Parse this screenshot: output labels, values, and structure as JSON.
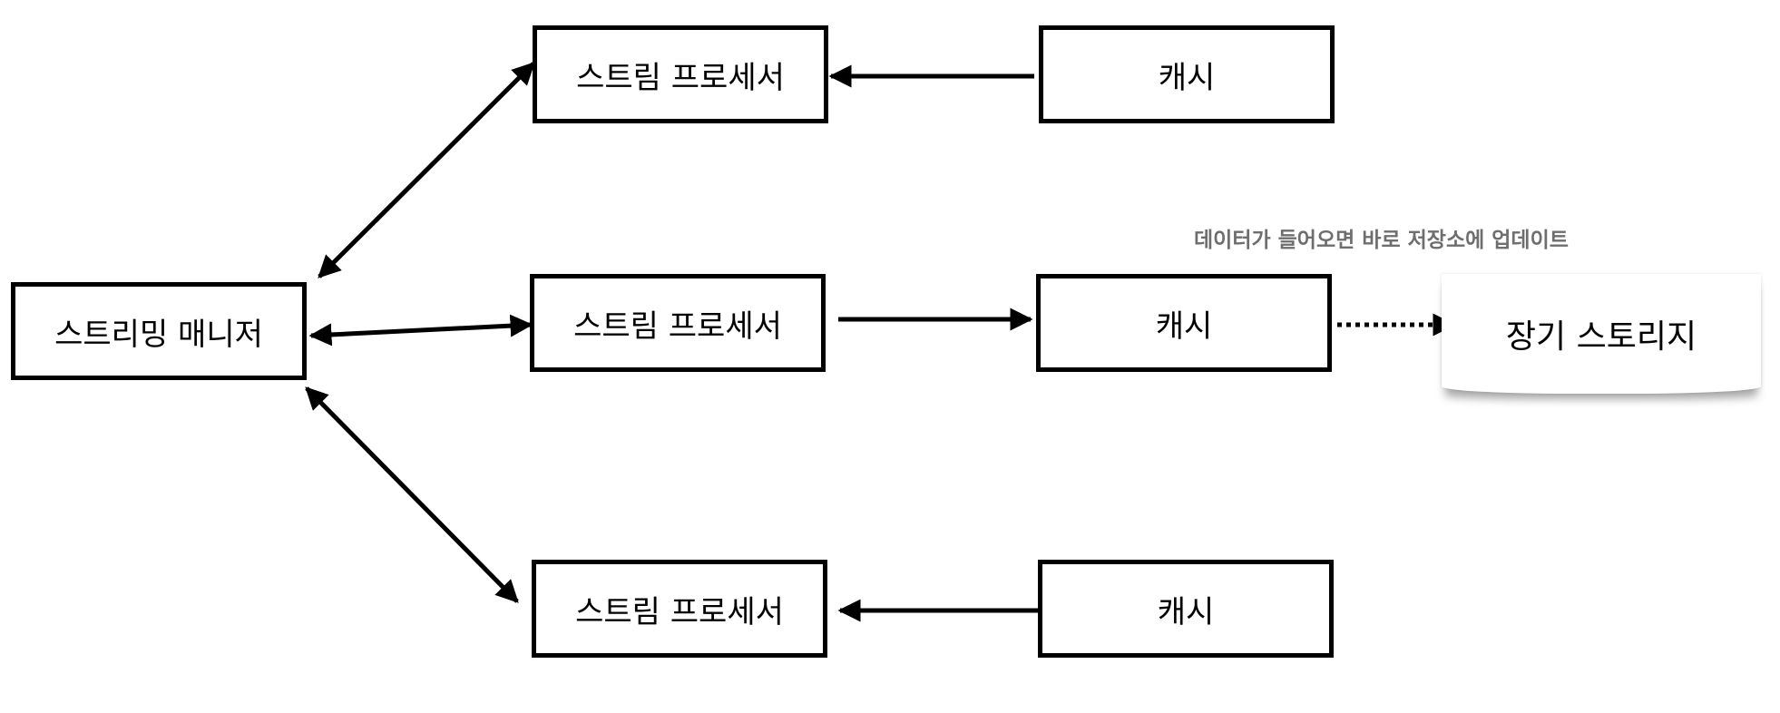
{
  "nodes": {
    "manager": "스트리밍 매니저",
    "processor_top": "스트림 프로세서",
    "processor_middle": "스트림 프로세서",
    "processor_bottom": "스트림 프로세서",
    "cache_top": "캐시",
    "cache_middle": "캐시",
    "cache_bottom": "캐시",
    "storage": "장기 스토리지"
  },
  "annotation": "데이터가 들어오면 바로 저장소에 업데이트",
  "colors": {
    "stroke": "#000000",
    "annotation": "#6e6e6e"
  }
}
